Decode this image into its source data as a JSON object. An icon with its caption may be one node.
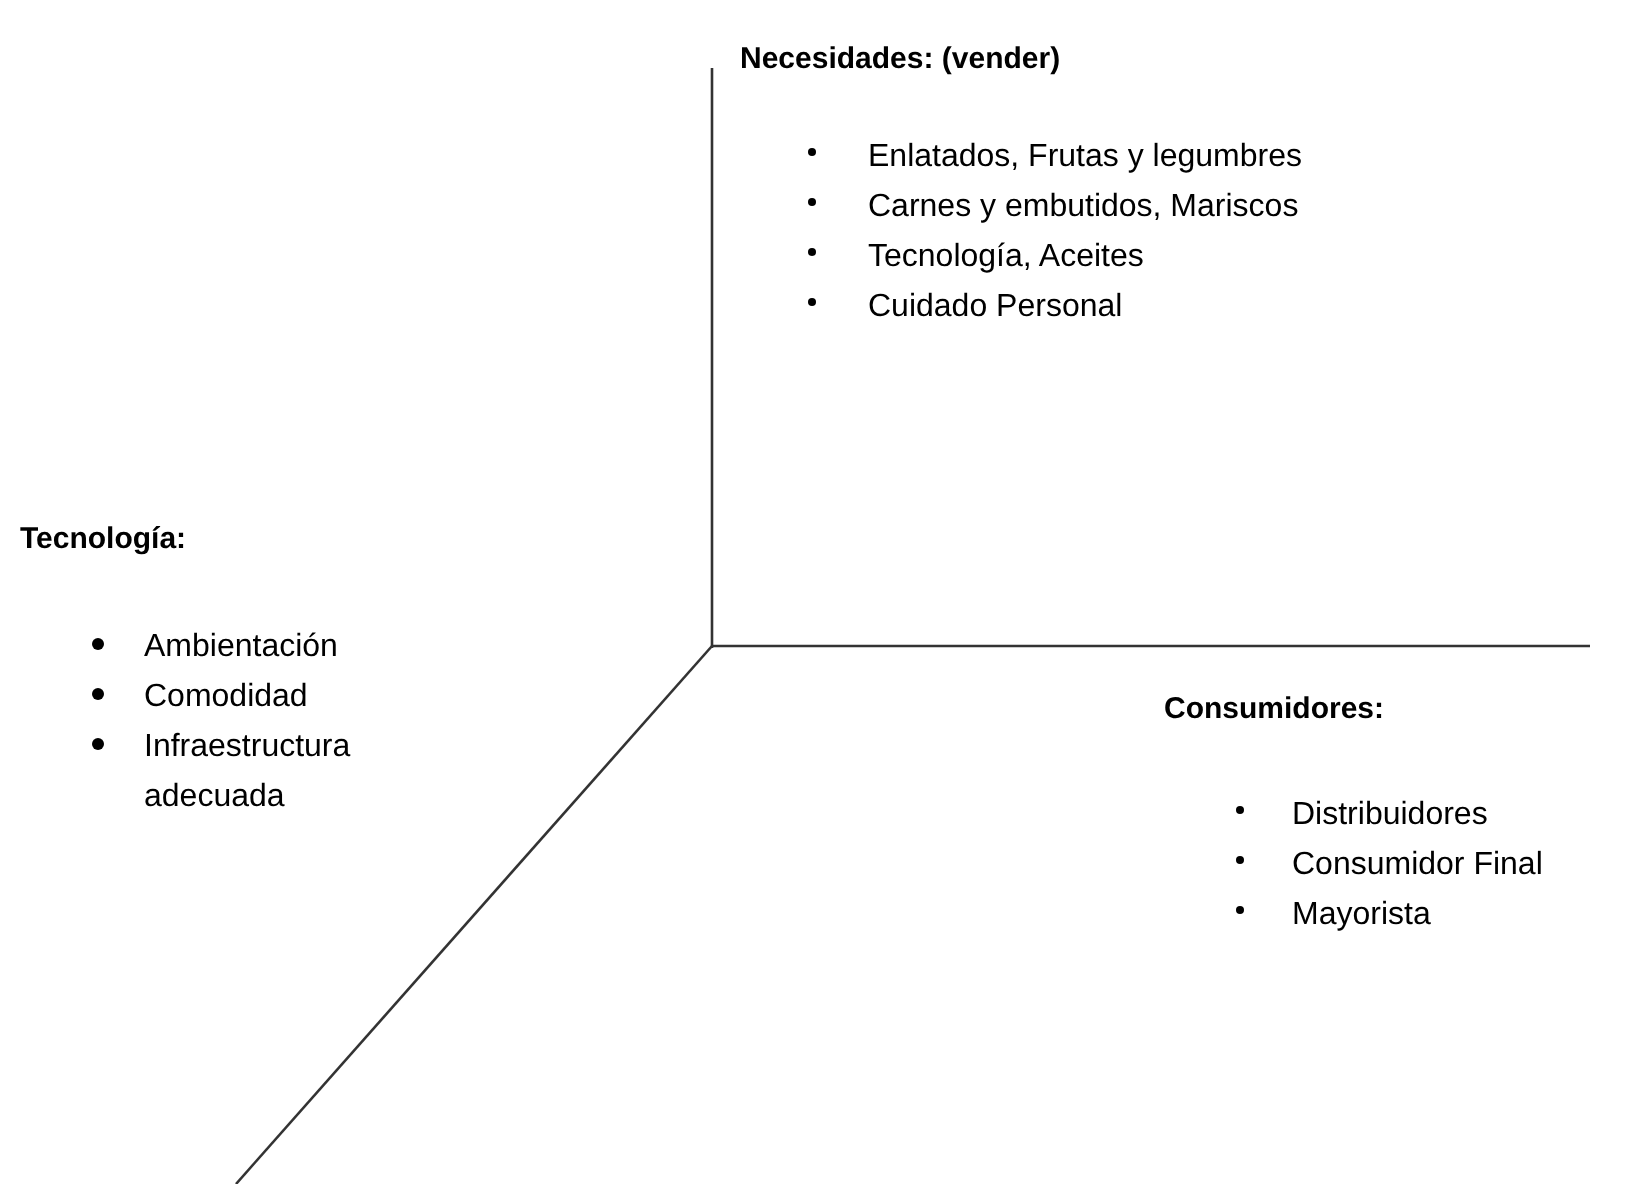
{
  "diagram": {
    "labels": [
      "Necesidades: (vender)",
      "Enlatados, Frutas y legumbres",
      "Carnes y embutidos, Mariscos",
      "Tecnología, Aceites",
      "Cuidado Personal",
      "Tecnología:",
      "Ambientación",
      "Comodidad",
      "Infraestructura adecuada",
      "Consumidores:",
      "Distribuidores",
      "Consumidor Final",
      "Mayorista"
    ]
  }
}
